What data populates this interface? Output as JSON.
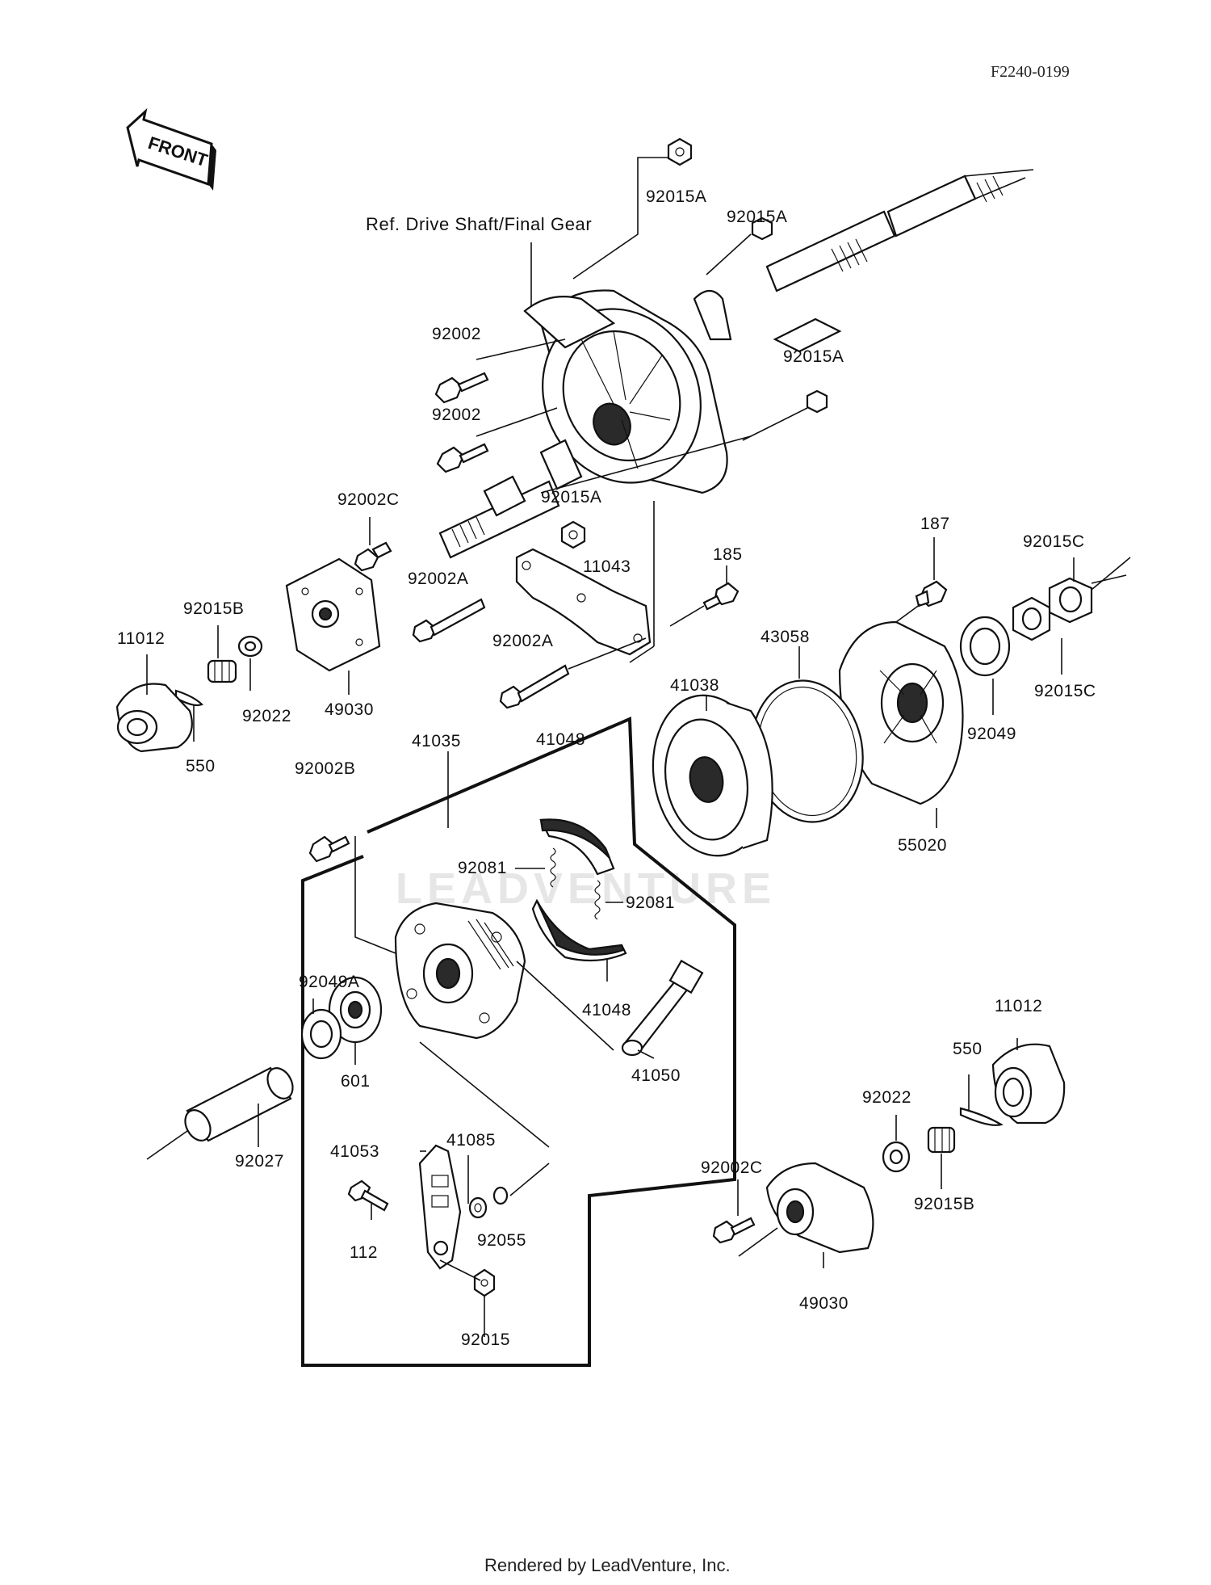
{
  "diagram": {
    "code": "F2240-0199",
    "front_label": "FRONT",
    "reference_label": "Ref. Drive Shaft/Final Gear",
    "watermark": "LEADVENTURE",
    "footer": "Rendered by LeadVenture, Inc.",
    "labels": {
      "l_92015A_1": "92015A",
      "l_92015A_2": "92015A",
      "l_92015A_3": "92015A",
      "l_92015A_4": "92015A",
      "l_92002_1": "92002",
      "l_92002_2": "92002",
      "l_92002C_1": "92002C",
      "l_92002C_2": "92002C",
      "l_92002A_1": "92002A",
      "l_92002A_2": "92002A",
      "l_92002B": "92002B",
      "l_11043": "11043",
      "l_185": "185",
      "l_187": "187",
      "l_92015C_1": "92015C",
      "l_92015C_2": "92015C",
      "l_43058": "43058",
      "l_41038": "41038",
      "l_92049": "92049",
      "l_55020": "55020",
      "l_92015B_1": "92015B",
      "l_92015B_2": "92015B",
      "l_11012_1": "11012",
      "l_11012_2": "11012",
      "l_92022_1": "92022",
      "l_92022_2": "92022",
      "l_49030_1": "49030",
      "l_49030_2": "49030",
      "l_550_1": "550",
      "l_550_2": "550",
      "l_41035": "41035",
      "l_41048_1": "41048",
      "l_41048_2": "41048",
      "l_92081_1": "92081",
      "l_92081_2": "92081",
      "l_92049A": "92049A",
      "l_601": "601",
      "l_41050": "41050",
      "l_92027": "92027",
      "l_41053": "41053",
      "l_41085": "41085",
      "l_112": "112",
      "l_92055": "92055",
      "l_92015": "92015"
    }
  }
}
